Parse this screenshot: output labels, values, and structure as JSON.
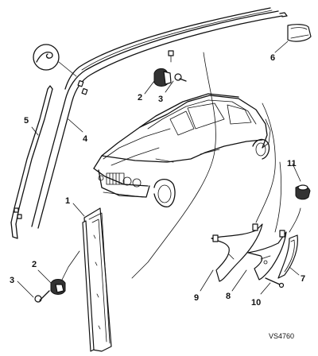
{
  "diagram": {
    "reference_code": "VS4760",
    "callouts": {
      "c1": "1",
      "c2_upper": "2",
      "c2_lower": "2",
      "c3_upper": "3",
      "c3_lower": "3",
      "c4": "4",
      "c5": "5",
      "c6": "6",
      "c7": "7",
      "c8": "8",
      "c9": "9",
      "c10": "10",
      "c11": "11"
    }
  }
}
